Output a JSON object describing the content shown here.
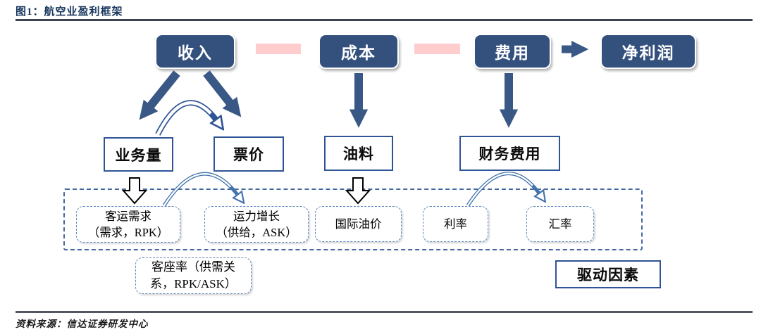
{
  "figure": {
    "title": "图1：航空业盈利框架",
    "source": "资料来源：信达证券研发中心"
  },
  "nodes": {
    "revenue": "收入",
    "cost": "成本",
    "expense": "费用",
    "net_profit": "净利润",
    "volume": "业务量",
    "ticket_price": "票价",
    "fuel": "油料",
    "financial_expense": "财务费用",
    "passenger_demand_line1": "客运需求",
    "passenger_demand_line2": "（需求，RPK）",
    "capacity_growth_line1": "运力增长",
    "capacity_growth_line2": "（供给，ASK）",
    "intl_oil_price": "国际油价",
    "interest_rate": "利率",
    "exchange_rate": "汇率",
    "load_factor_line1": "客座率（供需关",
    "load_factor_line2": "系，RPK/ASK）",
    "drivers_label": "驱动因素"
  },
  "colors": {
    "navy_box": "#34517E",
    "navy_border": "#2F5496",
    "pink_minus": "#FFCDCE",
    "arrow_navy": "#3A5885",
    "arc_blue": "#4173AE",
    "dash_blue": "#6189BD",
    "dash_blue_dark": "#44679F",
    "title_navy": "#17365D",
    "rule_dark": "#3D4450"
  }
}
